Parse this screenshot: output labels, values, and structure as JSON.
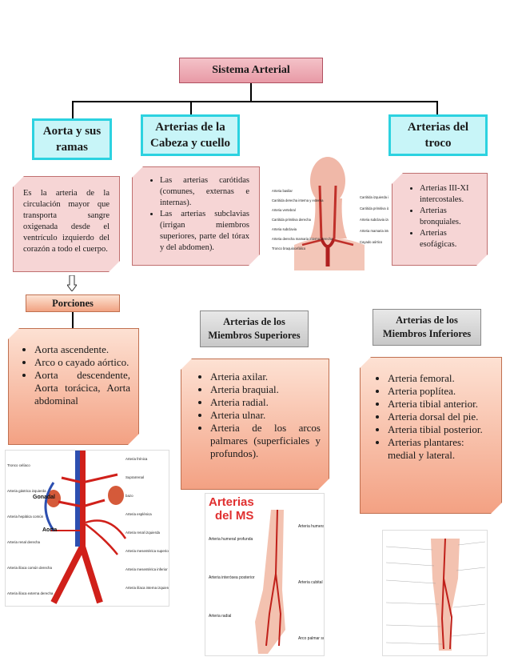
{
  "title": "Sistema Arterial",
  "categories": [
    {
      "label_1": "Aorta y sus",
      "label_2": "ramas"
    },
    {
      "label_1": "Arterias de la",
      "label_2": "Cabeza y cuello"
    },
    {
      "label_1": "Arterias del",
      "label_2": "troco"
    }
  ],
  "aorta_note": "Es la arteria de la circulación mayor que transporta sangre oxigenada desde el ventrículo izquierdo del corazón a todo el cuerpo.",
  "head_note": [
    "Las arterias carótidas (comunes, externas e internas).",
    "Las arterias subclavias (irrigan miembros superiores, parte del tórax y del abdomen)."
  ],
  "trunk_note": [
    "Arterias III-XI intercostales.",
    "Arterias bronquiales.",
    "Arterias esofágicas."
  ],
  "porciones": {
    "label": "Porciones",
    "items": [
      "Aorta ascendente.",
      "Arco o cayado aórtico.",
      "Aorta descendente, Aorta torácica, Aorta abdominal"
    ]
  },
  "upper_limbs": {
    "title_1": "Arterias de los",
    "title_2": "Miembros Superiores",
    "items": [
      "Arteria axilar.",
      "Arteria braquial.",
      "Arteria radial.",
      "Arteria ulnar.",
      "Arteria de los arcos palmares (superficiales y profundos)."
    ]
  },
  "lower_limbs": {
    "title_1": "Arterias de los",
    "title_2": "Miembros Inferiores",
    "items": [
      "Arteria femoral.",
      "Arteria poplítea.",
      "Arteria tibial anterior.",
      "Arteria dorsal del pie.",
      "Arteria tibial posterior.",
      "Arterias plantares: medial y lateral."
    ]
  },
  "head_image_labels": {
    "left": [
      "Arteria basilar",
      "Carótida derecha interna y externa",
      "Arteria vertebral",
      "Carótida primitiva derecha",
      "Arteria subclavia",
      "Arteria derecha mamaria interna derecha",
      "Tronco braquiocefálico"
    ],
    "right": [
      "Carótida izquierda interna y externa",
      "Carótida primitiva izquierda",
      "Arteria subclavia izquierda",
      "Arteria mamaria interna izquierda",
      "Cayado aórtico"
    ]
  },
  "aorta_image_labels": {
    "gonadal": "Gonadal",
    "aorta": "Aorta",
    "left": [
      "Tronco celíaco",
      "Arteria gástrica izquierda",
      "Arteria hepática común",
      "Arteria renal derecha",
      "Arteria ilíaca común derecha",
      "Arteria ilíaca externa derecha"
    ],
    "right": [
      "Arteria frénica",
      "Suprarrenal",
      "bazo",
      "Arteria esplénica",
      "Arteria renal izquierda",
      "Arteria mesentérica superior",
      "Arteria mesentérica inferior",
      "Arteria ilíaca interna izquierda"
    ]
  },
  "arm_image": {
    "title_1": "Arterias",
    "title_2": "del MS",
    "labels_left": [
      "Arteria humeral profunda",
      "Arteria interósea posterior",
      "Arteria radial"
    ],
    "labels_right": [
      "Arteria humeral",
      "Arteria cubital",
      "Arco palmar superficial"
    ]
  }
}
